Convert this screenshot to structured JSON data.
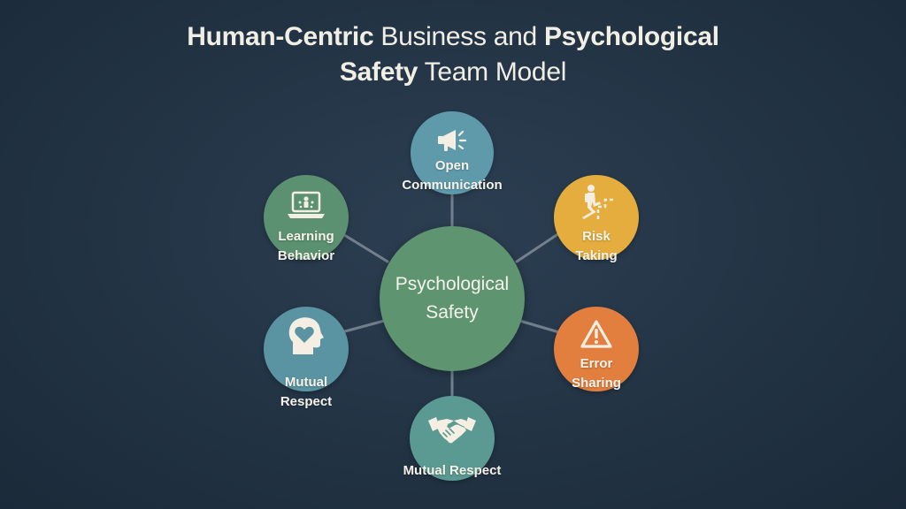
{
  "title": {
    "line1": {
      "bold1": "Human-Centric",
      "light1": " Business and ",
      "bold2": "Psychological"
    },
    "line2": {
      "bold": "Safety",
      "light": " Team Model"
    }
  },
  "center": {
    "line1": "Psychological",
    "line2": "Safety",
    "color": "#5e9470"
  },
  "nodes": [
    {
      "id": "open-communication",
      "line1": "Open",
      "line2": "Communication",
      "icon": "megaphone-icon",
      "color": "#5f9aab"
    },
    {
      "id": "learning-behavior",
      "line1": "Learning",
      "line2": "Behavior",
      "icon": "laptop-icon",
      "color": "#5b9170"
    },
    {
      "id": "risk-taking",
      "line1": "Risk",
      "line2": "Taking",
      "icon": "climbing-stairs-icon",
      "color": "#e4ad3e"
    },
    {
      "id": "error-sharing",
      "line1": "Error",
      "line2": "Sharing",
      "icon": "warning-icon",
      "color": "#e27f3e"
    },
    {
      "id": "mutual-respect-left",
      "line1": "Mutual",
      "line2": "Respect",
      "icon": "head-heart-icon",
      "color": "#5a93a1"
    },
    {
      "id": "mutual-respect-bottom",
      "line1": "Mutual Respect",
      "line2": "",
      "icon": "handshake-icon",
      "color": "#5a9a92"
    }
  ],
  "colors": {
    "background": "#223344",
    "connector": "#7f8c99",
    "text": "#f3f0e6"
  }
}
